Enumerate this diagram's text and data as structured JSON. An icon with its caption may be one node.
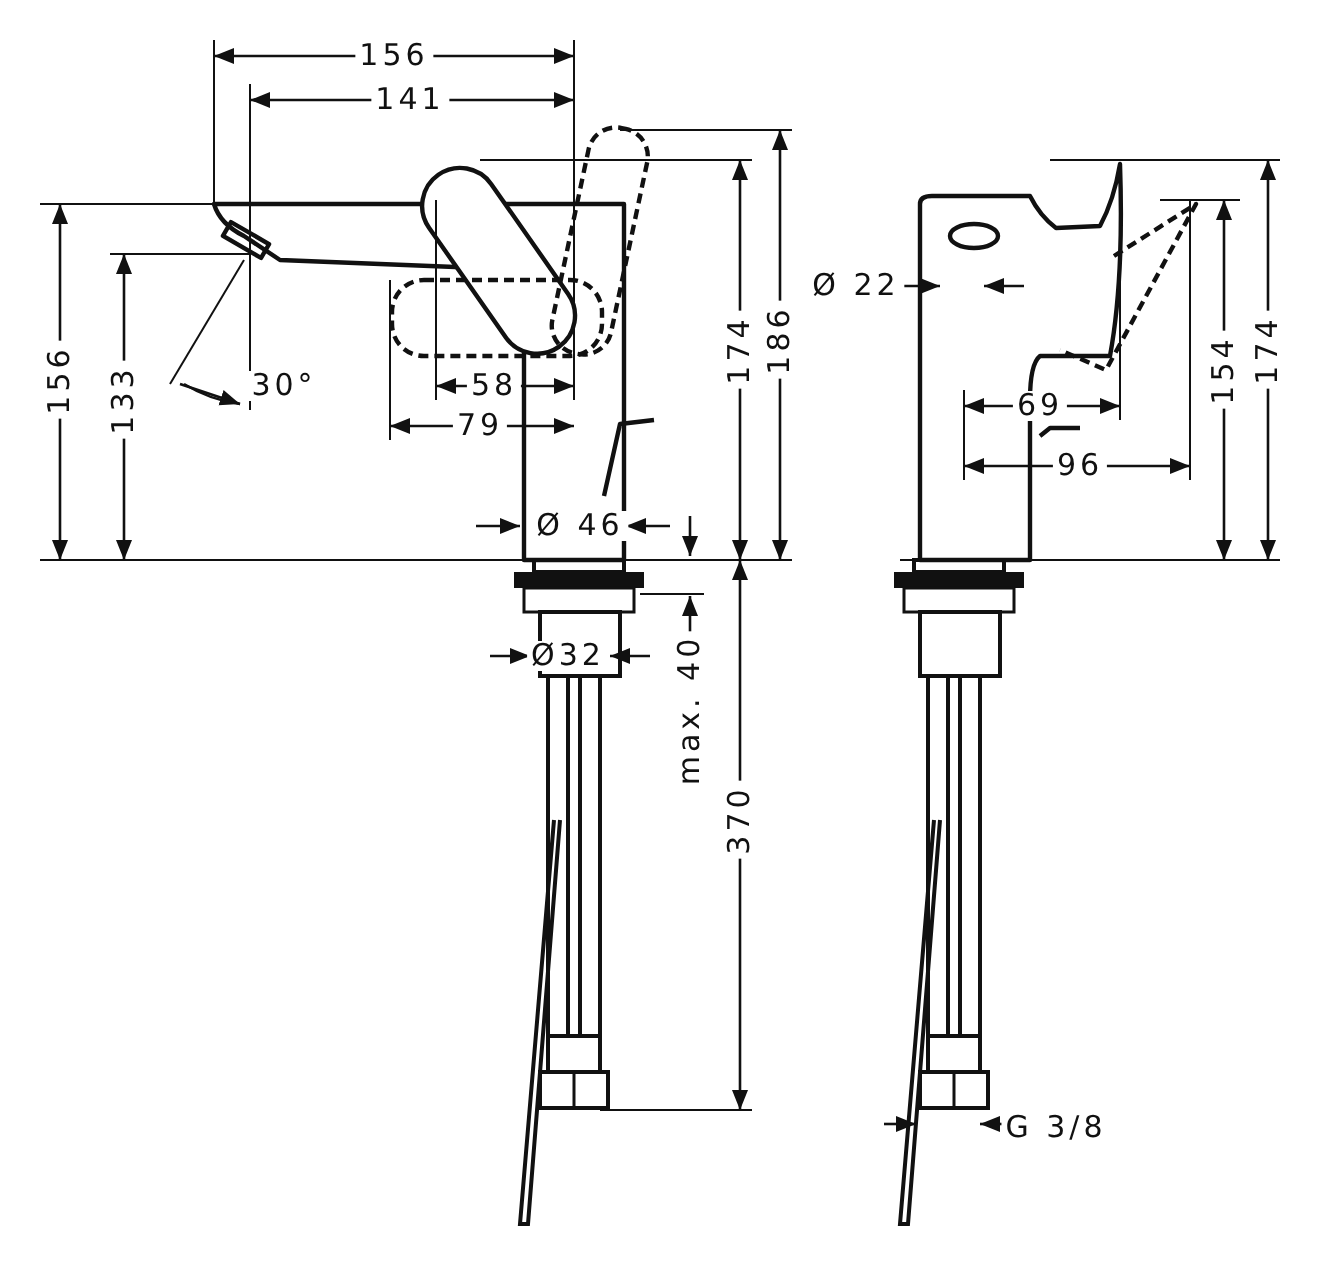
{
  "diagram": {
    "labels": [
      "156",
      "141",
      "156",
      "133",
      "30°",
      "58",
      "79",
      "174",
      "186",
      "Ø 46",
      "Ø32",
      "max. 40",
      "370",
      "Ø 22",
      "69",
      "96",
      "154",
      "174",
      "G 3/8"
    ]
  }
}
